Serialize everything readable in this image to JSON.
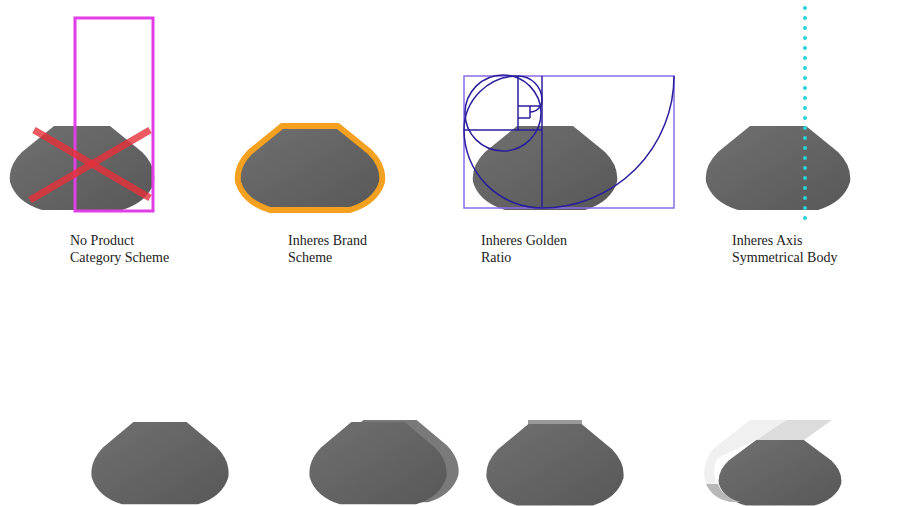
{
  "diagram": {
    "labels": [
      "No Product Category Scheme",
      "Inheres Brand Scheme",
      "Inheres Golden Ratio",
      "Inheres Axis Symmetrical Body"
    ]
  }
}
